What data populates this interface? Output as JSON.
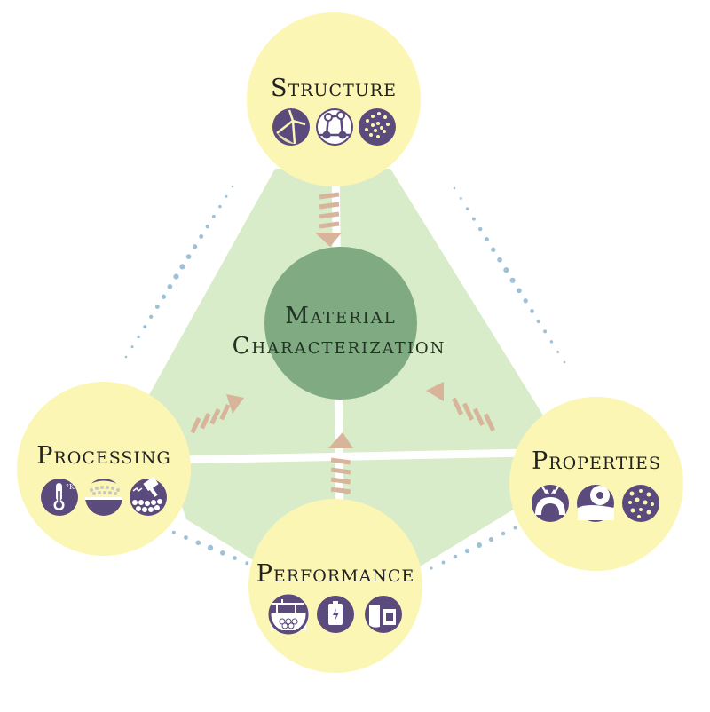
{
  "center": {
    "line1": "Material",
    "line2": "Characterization"
  },
  "nodes": {
    "structure": {
      "label": "Structure",
      "icons": [
        "grain-boundary-icon",
        "molecule-icon",
        "lattice-points-icon"
      ]
    },
    "processing": {
      "label": "Processing",
      "icons": [
        "thermometer-icon",
        "layer-deposition-icon",
        "hammer-forging-icon"
      ]
    },
    "properties": {
      "label": "Properties",
      "icons": [
        "compression-icon",
        "wear-icon",
        "porosity-icon"
      ]
    },
    "performance": {
      "label": "Performance",
      "icons": [
        "crane-load-icon",
        "battery-icon",
        "glassware-icon"
      ]
    }
  },
  "colors": {
    "node_fill": "#fcf6b4",
    "center_fill": "#7faa82",
    "triangle_fill": "#d8ecc9",
    "arrow": "#d7b49a",
    "dots": "#9fc1d6",
    "icon": "#5b4a7c",
    "connector": "#ffffff"
  }
}
